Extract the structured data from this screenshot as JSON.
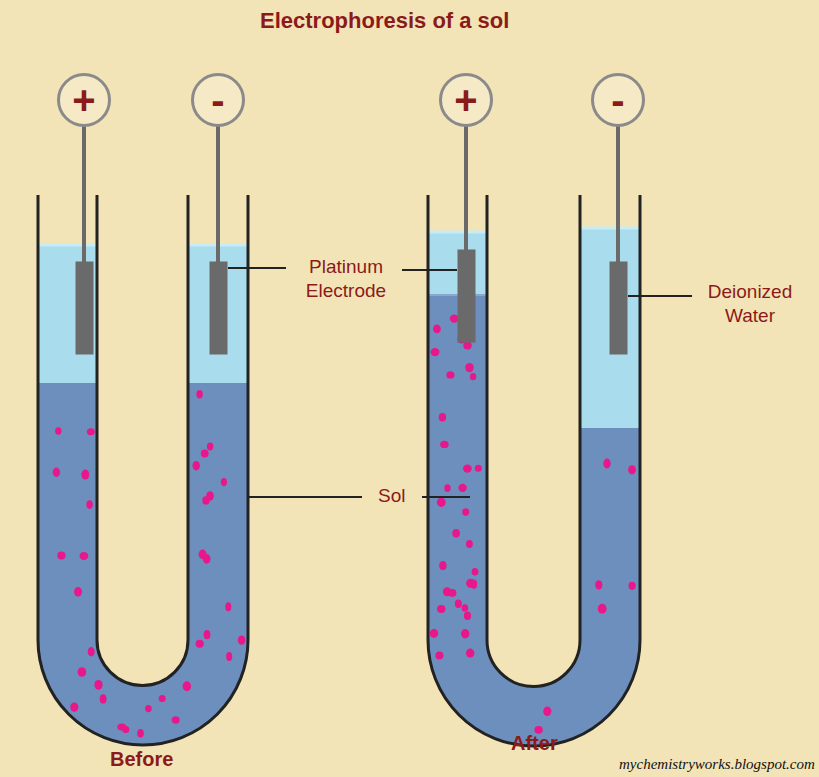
{
  "diagram": {
    "title": "Electrophoresis of a sol",
    "nodes": [
      {
        "text": [
          "+"
        ]
      },
      {
        "text": [
          "-"
        ]
      },
      {
        "text": [
          "+"
        ]
      },
      {
        "text": [
          "-"
        ]
      }
    ],
    "labels": [
      "Platinum Electrode",
      "Deionized Water",
      "Sol",
      "Before",
      "After",
      "mychemistryworks.blogspot.com"
    ]
  }
}
